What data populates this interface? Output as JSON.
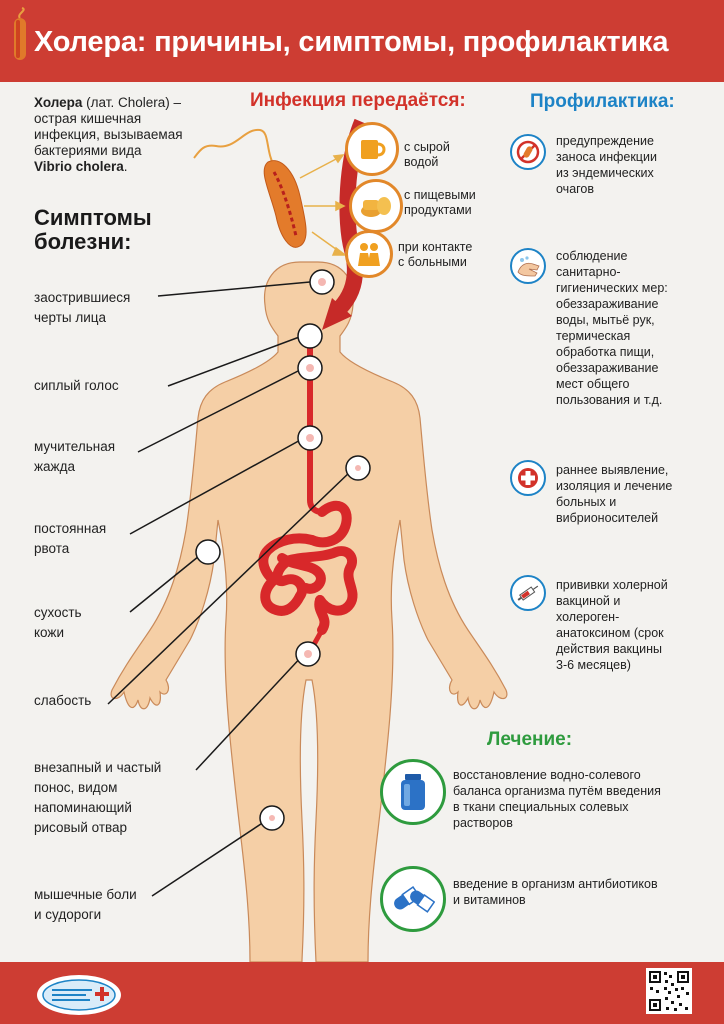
{
  "header": {
    "title": "Холера: причины, симптомы, профилактика"
  },
  "intro": {
    "term": "Холера",
    "latin": "(лат. Cholera) –",
    "lines": [
      "острая кишечная",
      "инфекция, вызываемая",
      "бактериями вида"
    ],
    "species": "Vibrio cholera",
    "period": "."
  },
  "symptoms": {
    "title": "Симптомы болезни:",
    "items": [
      {
        "line1": "заострившиеся",
        "line2": "черты лица"
      },
      {
        "line1": "сиплый голос",
        "line2": ""
      },
      {
        "line1": "мучительная",
        "line2": "жажда"
      },
      {
        "line1": "постоянная",
        "line2": "рвота"
      },
      {
        "line1": "сухость",
        "line2": "кожи"
      },
      {
        "line1": "слабость",
        "line2": ""
      },
      {
        "line1": "внезапный и частый",
        "line2": "понос, видом",
        "line3": "напоминающий",
        "line4": "рисовый отвар"
      },
      {
        "line1": "мышечные боли",
        "line2": "и судороги"
      }
    ]
  },
  "infection": {
    "title": "Инфекция передаётся:",
    "items": [
      {
        "icon": "cup-icon",
        "line1": "с сырой",
        "line2": "водой"
      },
      {
        "icon": "food-icon",
        "line1": "с пищевыми",
        "line2": "продуктами"
      },
      {
        "icon": "people-contact-icon",
        "line1": "при контакте",
        "line2": "с больными"
      }
    ]
  },
  "prevention": {
    "title": "Профилактика:",
    "items": [
      {
        "icon": "no-bacteria-icon",
        "lines": [
          "предупреждение",
          "заноса инфекции",
          "из эндемических",
          "очагов"
        ]
      },
      {
        "icon": "hand-washing-icon",
        "lines": [
          "соблюдение",
          "санитарно-",
          "гигиенических мер:",
          "обеззараживание",
          "воды, мытьё рук,",
          "термическая",
          "обработка пищи,",
          "обеззараживание",
          "мест общего",
          "пользования и т.д."
        ]
      },
      {
        "icon": "medical-cross-icon",
        "lines": [
          "раннее выявление,",
          "изоляция и лечение",
          "больных и",
          "вибрионосителей"
        ]
      },
      {
        "icon": "syringe-icon",
        "lines": [
          "прививки холерной",
          "вакциной и",
          "холероген-",
          "анатоксином (срок",
          "действия вакцины",
          "3-6 месяцев)"
        ]
      }
    ]
  },
  "treatment": {
    "title": "Лечение:",
    "items": [
      {
        "icon": "saline-jar-icon",
        "lines": [
          "восстановление водно-солевого",
          "баланса организма путём введения",
          "в ткани специальных солевых",
          "растворов"
        ]
      },
      {
        "icon": "pills-icon",
        "lines": [
          "введение в организм антибиотиков",
          "и витаминов"
        ]
      }
    ]
  },
  "colors": {
    "red": "#cd3d33",
    "blue": "#1d83c6",
    "green": "#2e9b3e",
    "orange": "#e2882a",
    "skin": "#f5cfa6"
  }
}
